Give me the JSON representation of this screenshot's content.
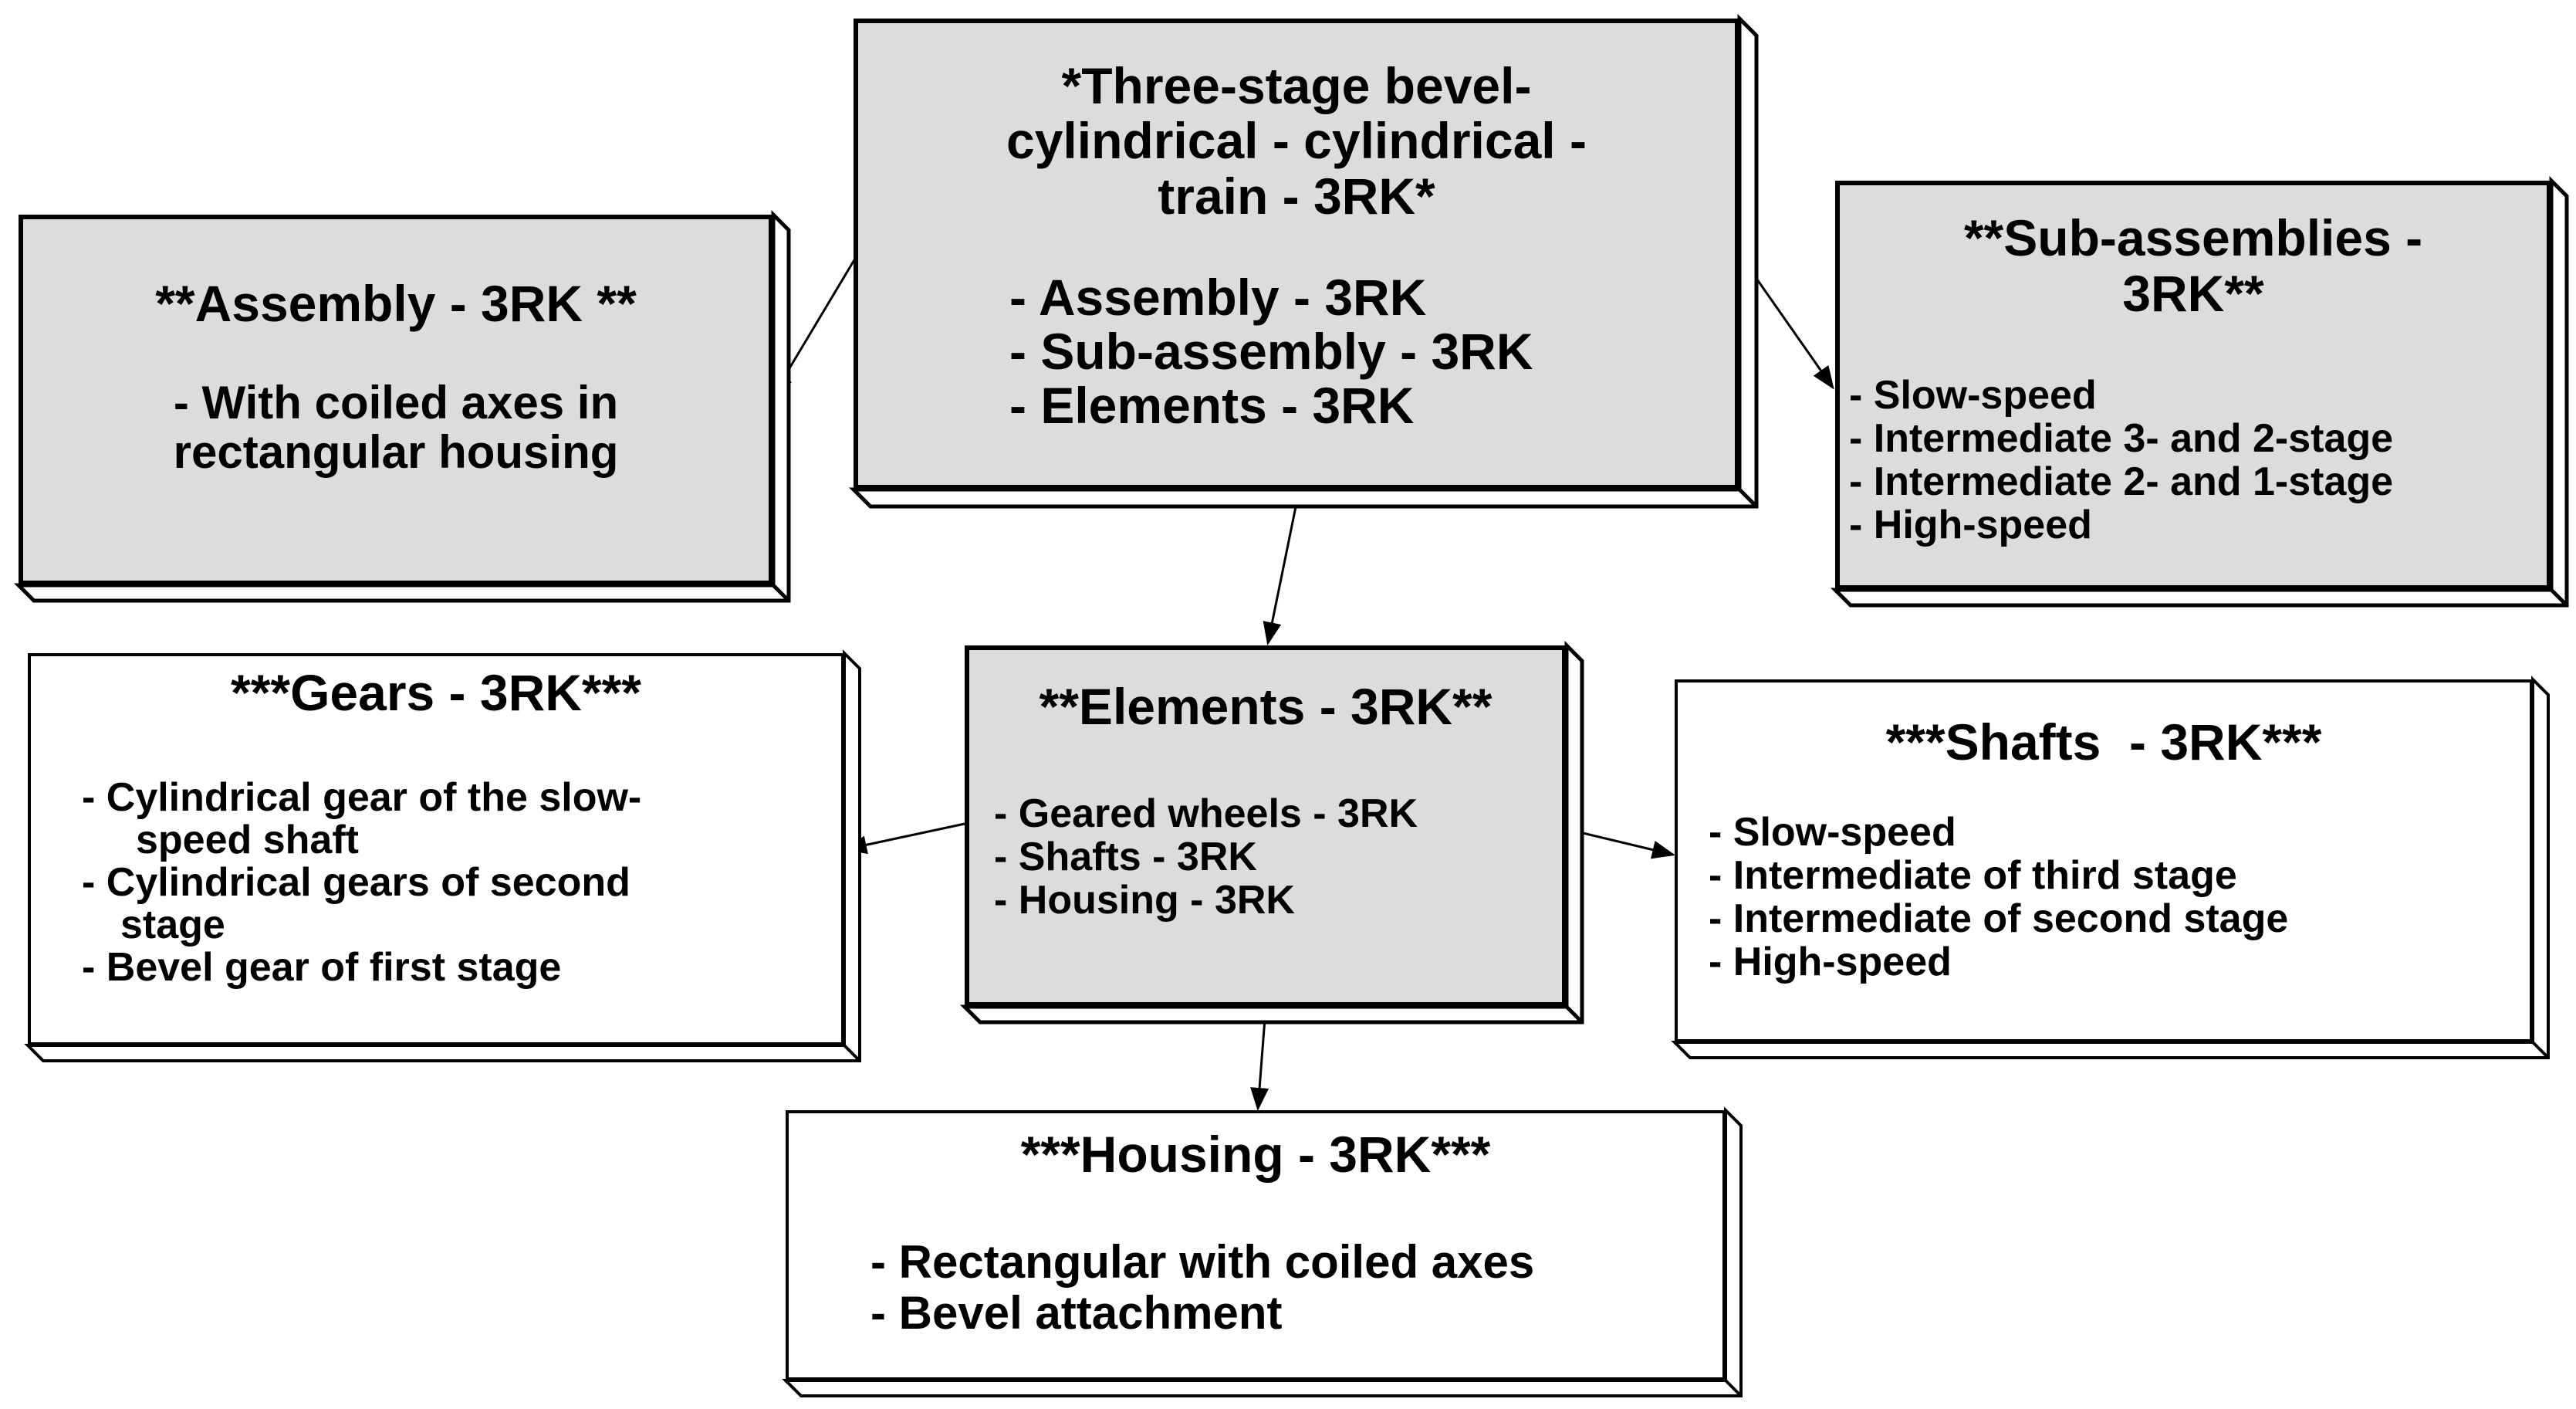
{
  "diagram": {
    "root": {
      "title_lines": [
        "*Three-stage bevel-",
        "cylindrical - cylindrical -",
        "train - 3RK*"
      ],
      "items": [
        "-  Assembly - 3RK",
        "-  Sub-assembly - 3RK",
        "-  Elements - 3RK"
      ]
    },
    "assembly": {
      "title": "**Assembly - 3RK **",
      "lines": [
        "- With coiled axes in",
        "rectangular housing"
      ]
    },
    "subassemblies": {
      "title_lines": [
        "**Sub-assemblies -",
        "3RK**"
      ],
      "items": [
        "- Slow-speed",
        "- Intermediate 3- and 2-stage",
        "- Intermediate 2- and 1-stage",
        "- High-speed"
      ]
    },
    "elements": {
      "title": "**Elements - 3RK**",
      "items": [
        "- Geared wheels - 3RK",
        "-  Shafts - 3RK",
        "-  Housing - 3RK"
      ]
    },
    "gears": {
      "title": "***Gears - 3RK***",
      "items": [
        "- Cylindrical gear of the slow-",
        "speed shaft",
        "-  Cylindrical gears of second",
        "stage",
        "- Bevel gear of first stage"
      ]
    },
    "shafts": {
      "title": "***Shafts  - 3RK***",
      "items": [
        "- Slow-speed",
        "- Intermediate of third stage",
        "- Intermediate of second stage",
        "- High-speed"
      ]
    },
    "housing": {
      "title": "***Housing - 3RK***",
      "items": [
        "-  Rectangular with coiled axes",
        "-  Bevel attachment"
      ]
    }
  },
  "colors": {
    "box_gray": "#dcdcdc",
    "box_white": "#ffffff",
    "stroke": "#000000"
  }
}
